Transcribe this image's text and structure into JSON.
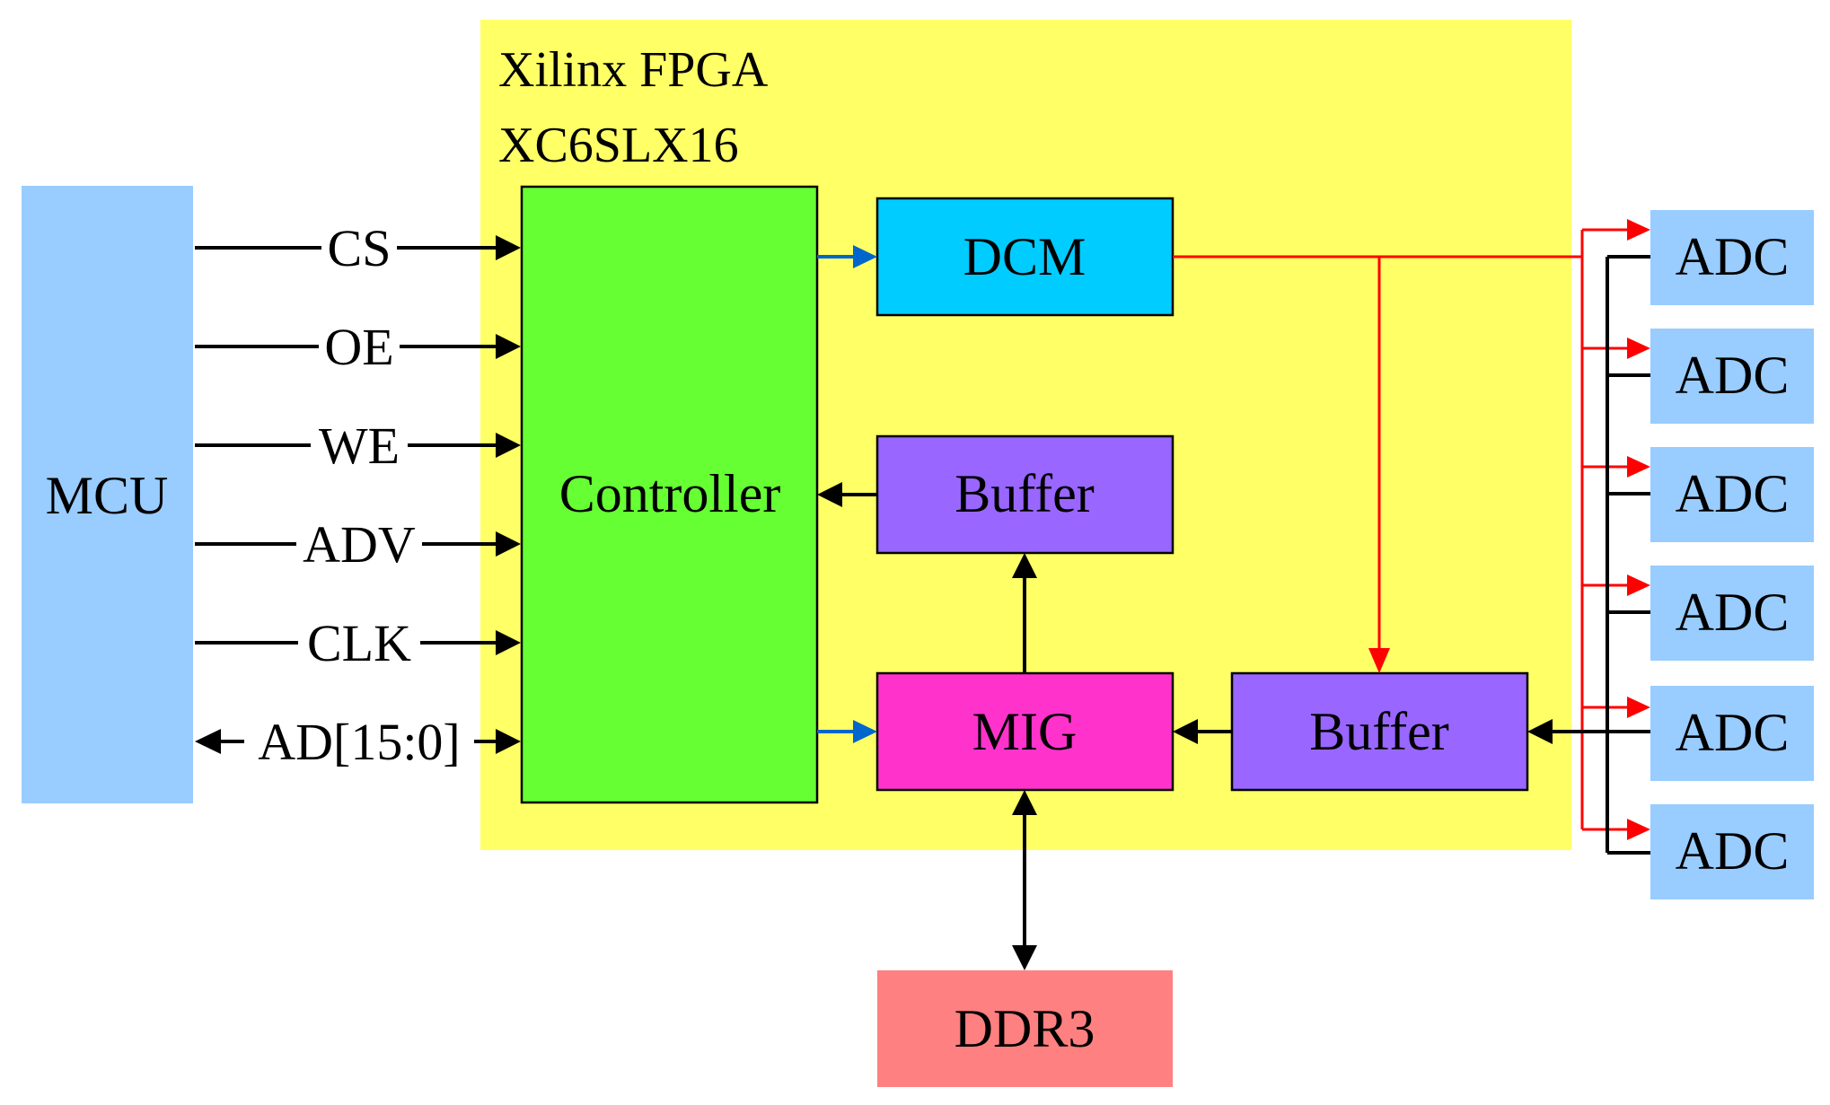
{
  "fpga": {
    "title_line1": "Xilinx FPGA",
    "title_line2": "XC6SLX16"
  },
  "blocks": {
    "mcu": "MCU",
    "controller": "Controller",
    "dcm": "DCM",
    "buffer_top": "Buffer",
    "mig": "MIG",
    "buffer_right": "Buffer",
    "ddr3": "DDR3"
  },
  "signals": [
    "CS",
    "OE",
    "WE",
    "ADV",
    "CLK",
    "AD[15:0]"
  ],
  "adcs": [
    "ADC",
    "ADC",
    "ADC",
    "ADC",
    "ADC",
    "ADC"
  ],
  "colors": {
    "fpga_bg": "#FFFF66",
    "mcu": "#99CCFF",
    "controller": "#66FF33",
    "dcm": "#00CCFF",
    "buffer": "#9966FF",
    "mig": "#FF33CC",
    "ddr3": "#FF8080",
    "adc": "#99CCFF",
    "clock_line": "#FF0000",
    "control_arrow": "#0066CC"
  }
}
